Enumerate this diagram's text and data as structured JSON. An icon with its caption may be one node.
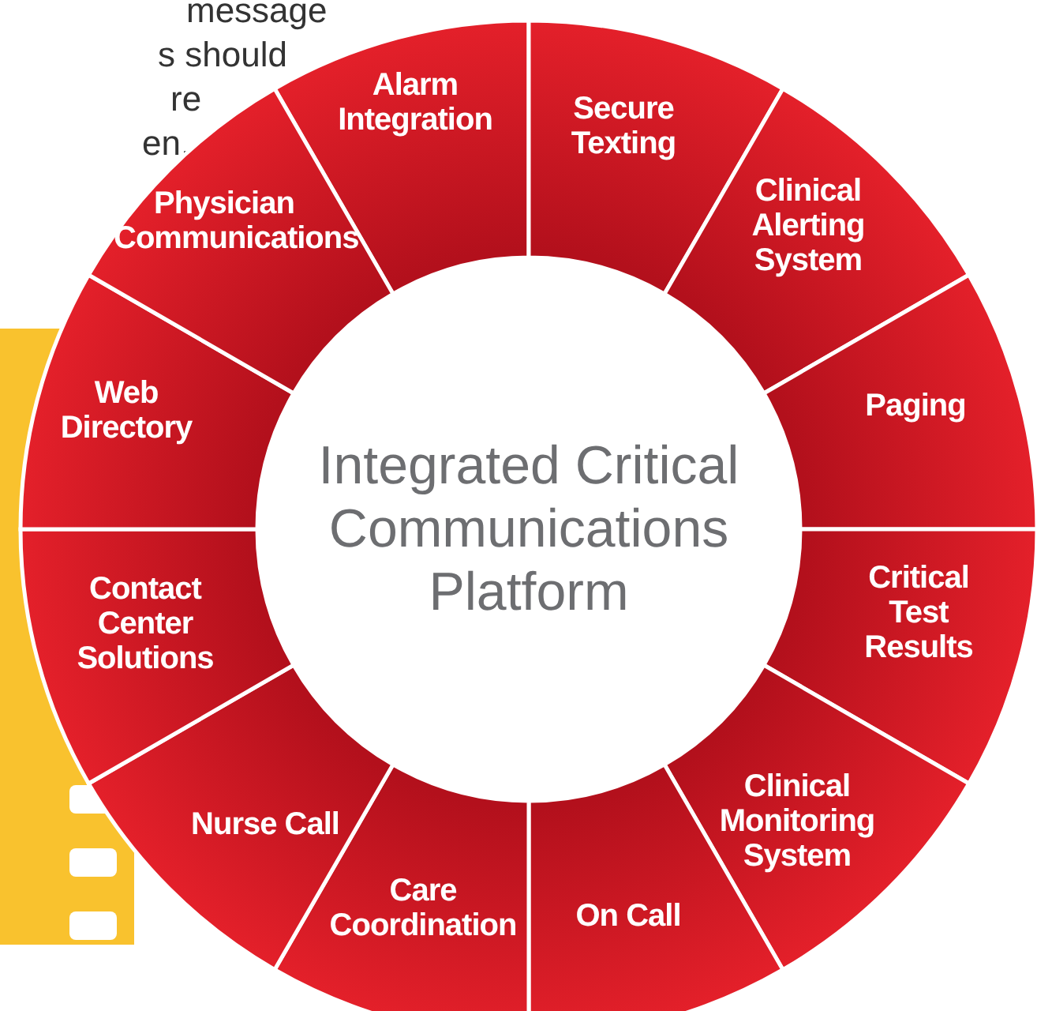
{
  "diagram": {
    "nodes": [
      {
        "text": [
          "Alarm Integration"
        ]
      },
      {
        "text": [
          "Secure Texting"
        ]
      },
      {
        "text": [
          "Clinical Alerting System"
        ]
      },
      {
        "text": [
          "Paging"
        ]
      },
      {
        "text": [
          "Critical Test Results"
        ]
      },
      {
        "text": [
          "Clinical Monitoring System"
        ]
      },
      {
        "text": [
          "On Call"
        ]
      },
      {
        "text": [
          "Care Coordination"
        ]
      },
      {
        "text": [
          "Nurse Call"
        ]
      },
      {
        "text": [
          "Contact Center Solutions"
        ]
      },
      {
        "text": [
          "Web Directory"
        ]
      },
      {
        "text": [
          "Physician Communications"
        ]
      },
      {
        "text": [
          "Integrated Critical Communications Platform"
        ]
      }
    ],
    "labels": [
      "message",
      "s should",
      "re",
      "en."
    ]
  }
}
